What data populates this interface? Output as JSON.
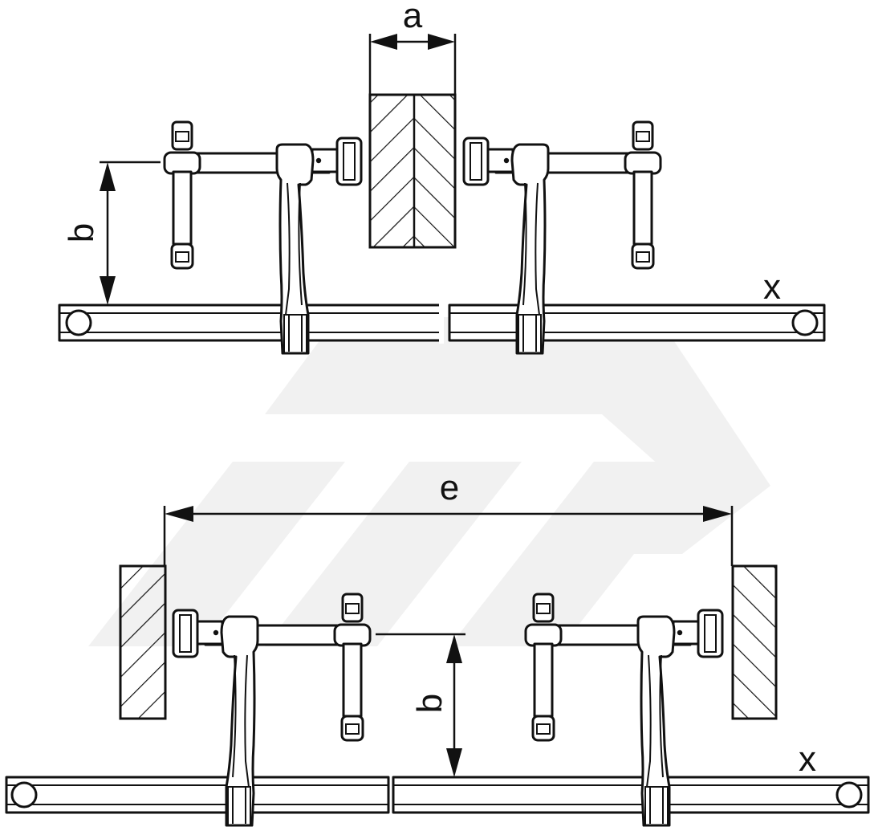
{
  "diagram": {
    "top": {
      "label_width": "a",
      "label_height": "b",
      "label_rail": "x"
    },
    "bottom": {
      "label_span": "e",
      "label_height": "b",
      "label_rail": "x"
    },
    "colors": {
      "line": "#111111",
      "watermark": "#f1f1f1",
      "background": "#ffffff"
    }
  }
}
